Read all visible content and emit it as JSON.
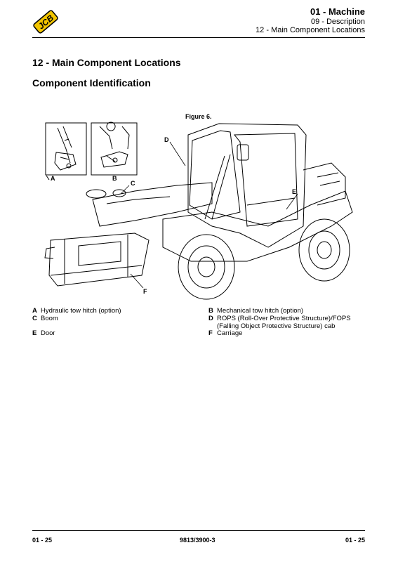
{
  "header": {
    "logo_text": "JCB",
    "section": "01 - Machine",
    "chapter": "09 - Description",
    "topic": "12 - Main Component Locations"
  },
  "title": "12 - Main Component Locations",
  "subtitle": "Component Identification",
  "figure": {
    "caption": "Figure 6.",
    "callouts": {
      "a": "A",
      "b": "B",
      "c": "C",
      "d": "D",
      "e": "E",
      "f": "F"
    }
  },
  "legend": {
    "a": {
      "key": "A",
      "text": "Hydraulic tow hitch (option)"
    },
    "b": {
      "key": "B",
      "text": "Mechanical tow hitch (option)"
    },
    "c": {
      "key": "C",
      "text": "Boom"
    },
    "d": {
      "key": "D",
      "text": "ROPS (Roll-Over Protective Structure)/FOPS",
      "text2": "(Falling Object Protective Structure) cab"
    },
    "e": {
      "key": "E",
      "text": "Door"
    },
    "f": {
      "key": "F",
      "text": "Carriage"
    }
  },
  "footer": {
    "left": "01 - 25",
    "center": "9813/3900-3",
    "right": "01 - 25"
  },
  "colors": {
    "logo_yellow": "#f2c500",
    "ink": "#000000"
  }
}
